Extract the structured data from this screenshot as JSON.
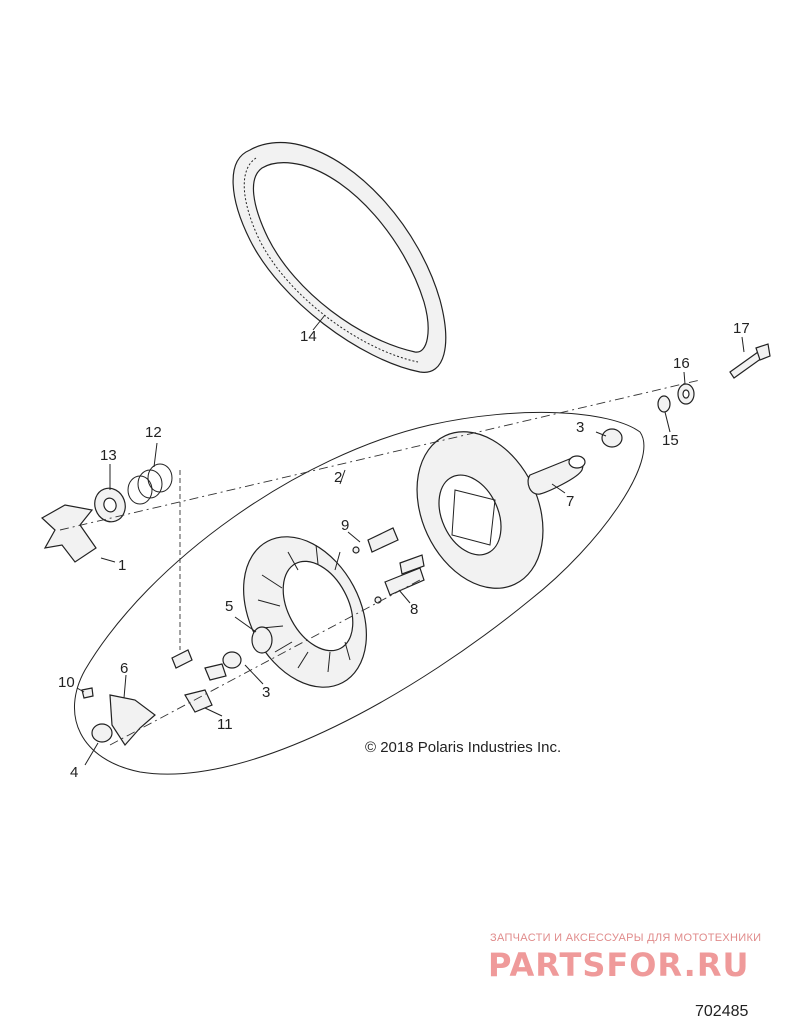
{
  "callouts": [
    {
      "id": "1",
      "label": "1"
    },
    {
      "id": "2",
      "label": "2"
    },
    {
      "id": "3a",
      "label": "3"
    },
    {
      "id": "3b",
      "label": "3"
    },
    {
      "id": "4",
      "label": "4"
    },
    {
      "id": "5",
      "label": "5"
    },
    {
      "id": "6",
      "label": "6"
    },
    {
      "id": "7",
      "label": "7"
    },
    {
      "id": "8",
      "label": "8"
    },
    {
      "id": "9",
      "label": "9"
    },
    {
      "id": "10",
      "label": "10"
    },
    {
      "id": "11",
      "label": "11"
    },
    {
      "id": "12",
      "label": "12"
    },
    {
      "id": "13",
      "label": "13"
    },
    {
      "id": "14",
      "label": "14"
    },
    {
      "id": "15",
      "label": "15"
    },
    {
      "id": "16",
      "label": "16"
    },
    {
      "id": "17",
      "label": "17"
    }
  ],
  "copyright": "© 2018 Polaris Industries Inc.",
  "part_number": "702485",
  "watermark": {
    "tagline": "ЗАПЧАСТИ И АКСЕССУАРЫ ДЛЯ МОТОТЕХНИКИ",
    "logo": "PARTSFOR.RU"
  },
  "colors": {
    "line": "#222222",
    "watermark": "#ef9a9a"
  }
}
